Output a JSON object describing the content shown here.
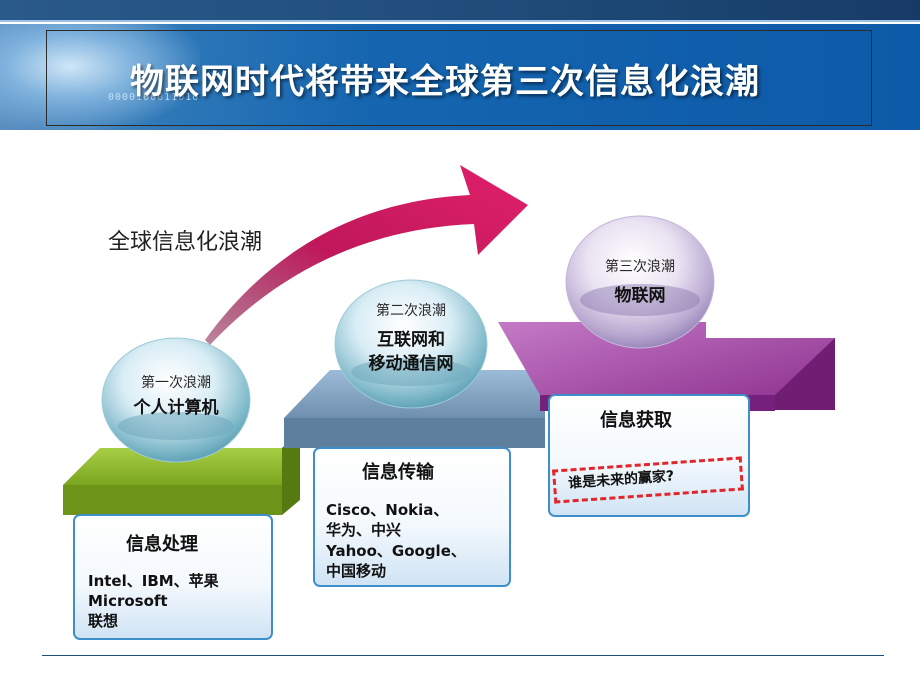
{
  "header": {
    "title": "物联网时代将带来全球第三次信息化浪潮",
    "binary_deco": "0000100011010"
  },
  "arrow_label": "全球信息化浪潮",
  "waves": [
    {
      "orb_small": "第一次浪潮",
      "orb_big": "个人计算机",
      "box_title": "信息处理",
      "box_lines": [
        "Intel、IBM、苹果",
        "Microsoft",
        "联想"
      ],
      "color": "#7aa51e"
    },
    {
      "orb_small": "第二次浪潮",
      "orb_big_lines": [
        "互联网和",
        "移动通信网"
      ],
      "box_title": "信息传输",
      "box_lines": [
        "Cisco、Nokia、",
        "华为、中兴",
        "Yahoo、Google、",
        "中国移动"
      ],
      "color": "#6f8fae"
    },
    {
      "orb_small": "第三次浪潮",
      "orb_big": "物联网",
      "box_title": "信息获取",
      "callout": "谁是未来的赢家?",
      "color": "#8a2c8c"
    }
  ],
  "colors": {
    "banner": "#1565b0",
    "arrow": "#c0185a",
    "callout_border": "#e0262b"
  }
}
